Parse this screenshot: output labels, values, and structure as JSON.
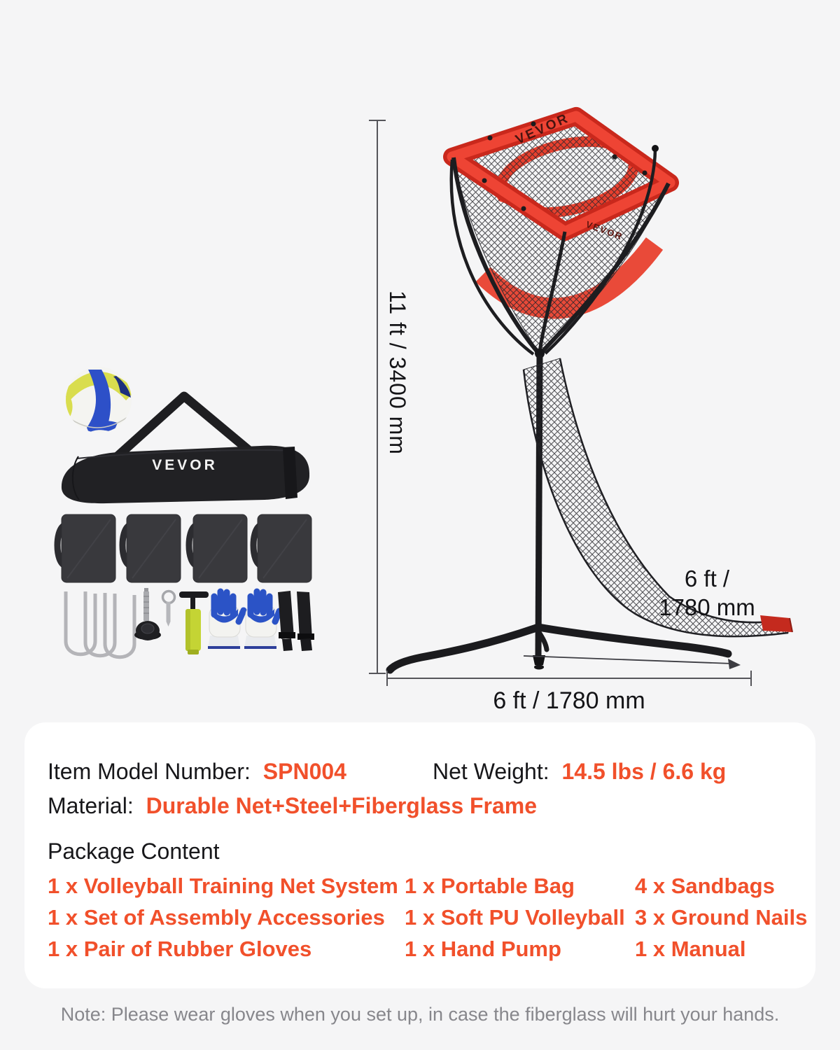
{
  "brand": {
    "logo": "VEVOR"
  },
  "diagram": {
    "height_label": "11 ft / 3400 mm",
    "chute_line1": "6 ft /",
    "chute_line2": "1780 mm",
    "base_label": "6 ft / 1780 mm"
  },
  "specs": {
    "model_label": "Item Model Number:",
    "model_value": "SPN004",
    "weight_label": "Net Weight:",
    "weight_value": "14.5 lbs / 6.6 kg",
    "material_label": "Material:",
    "material_value": "Durable Net+Steel+Fiberglass Frame",
    "package_title": "Package Content",
    "package": {
      "col1": [
        "1 x Volleyball Training Net System",
        "1 x Set of Assembly Accessories",
        "1 x Pair of Rubber Gloves"
      ],
      "col2": [
        "1 x Portable Bag",
        "1 x Soft PU Volleyball",
        "1 x Hand Pump"
      ],
      "col3": [
        "4 x Sandbags",
        "3 x Ground Nails",
        "1 x Manual"
      ]
    }
  },
  "note": {
    "text": "Note: Please wear gloves when you set up, in case the fiberglass will hurt your hands."
  },
  "colors": {
    "page_bg": "#F5F5F6",
    "card_bg": "#FFFFFF",
    "accent_orange": "#F1502B",
    "net_red": "#E8402E",
    "text_black": "#17171A",
    "note_gray": "#87878C"
  }
}
